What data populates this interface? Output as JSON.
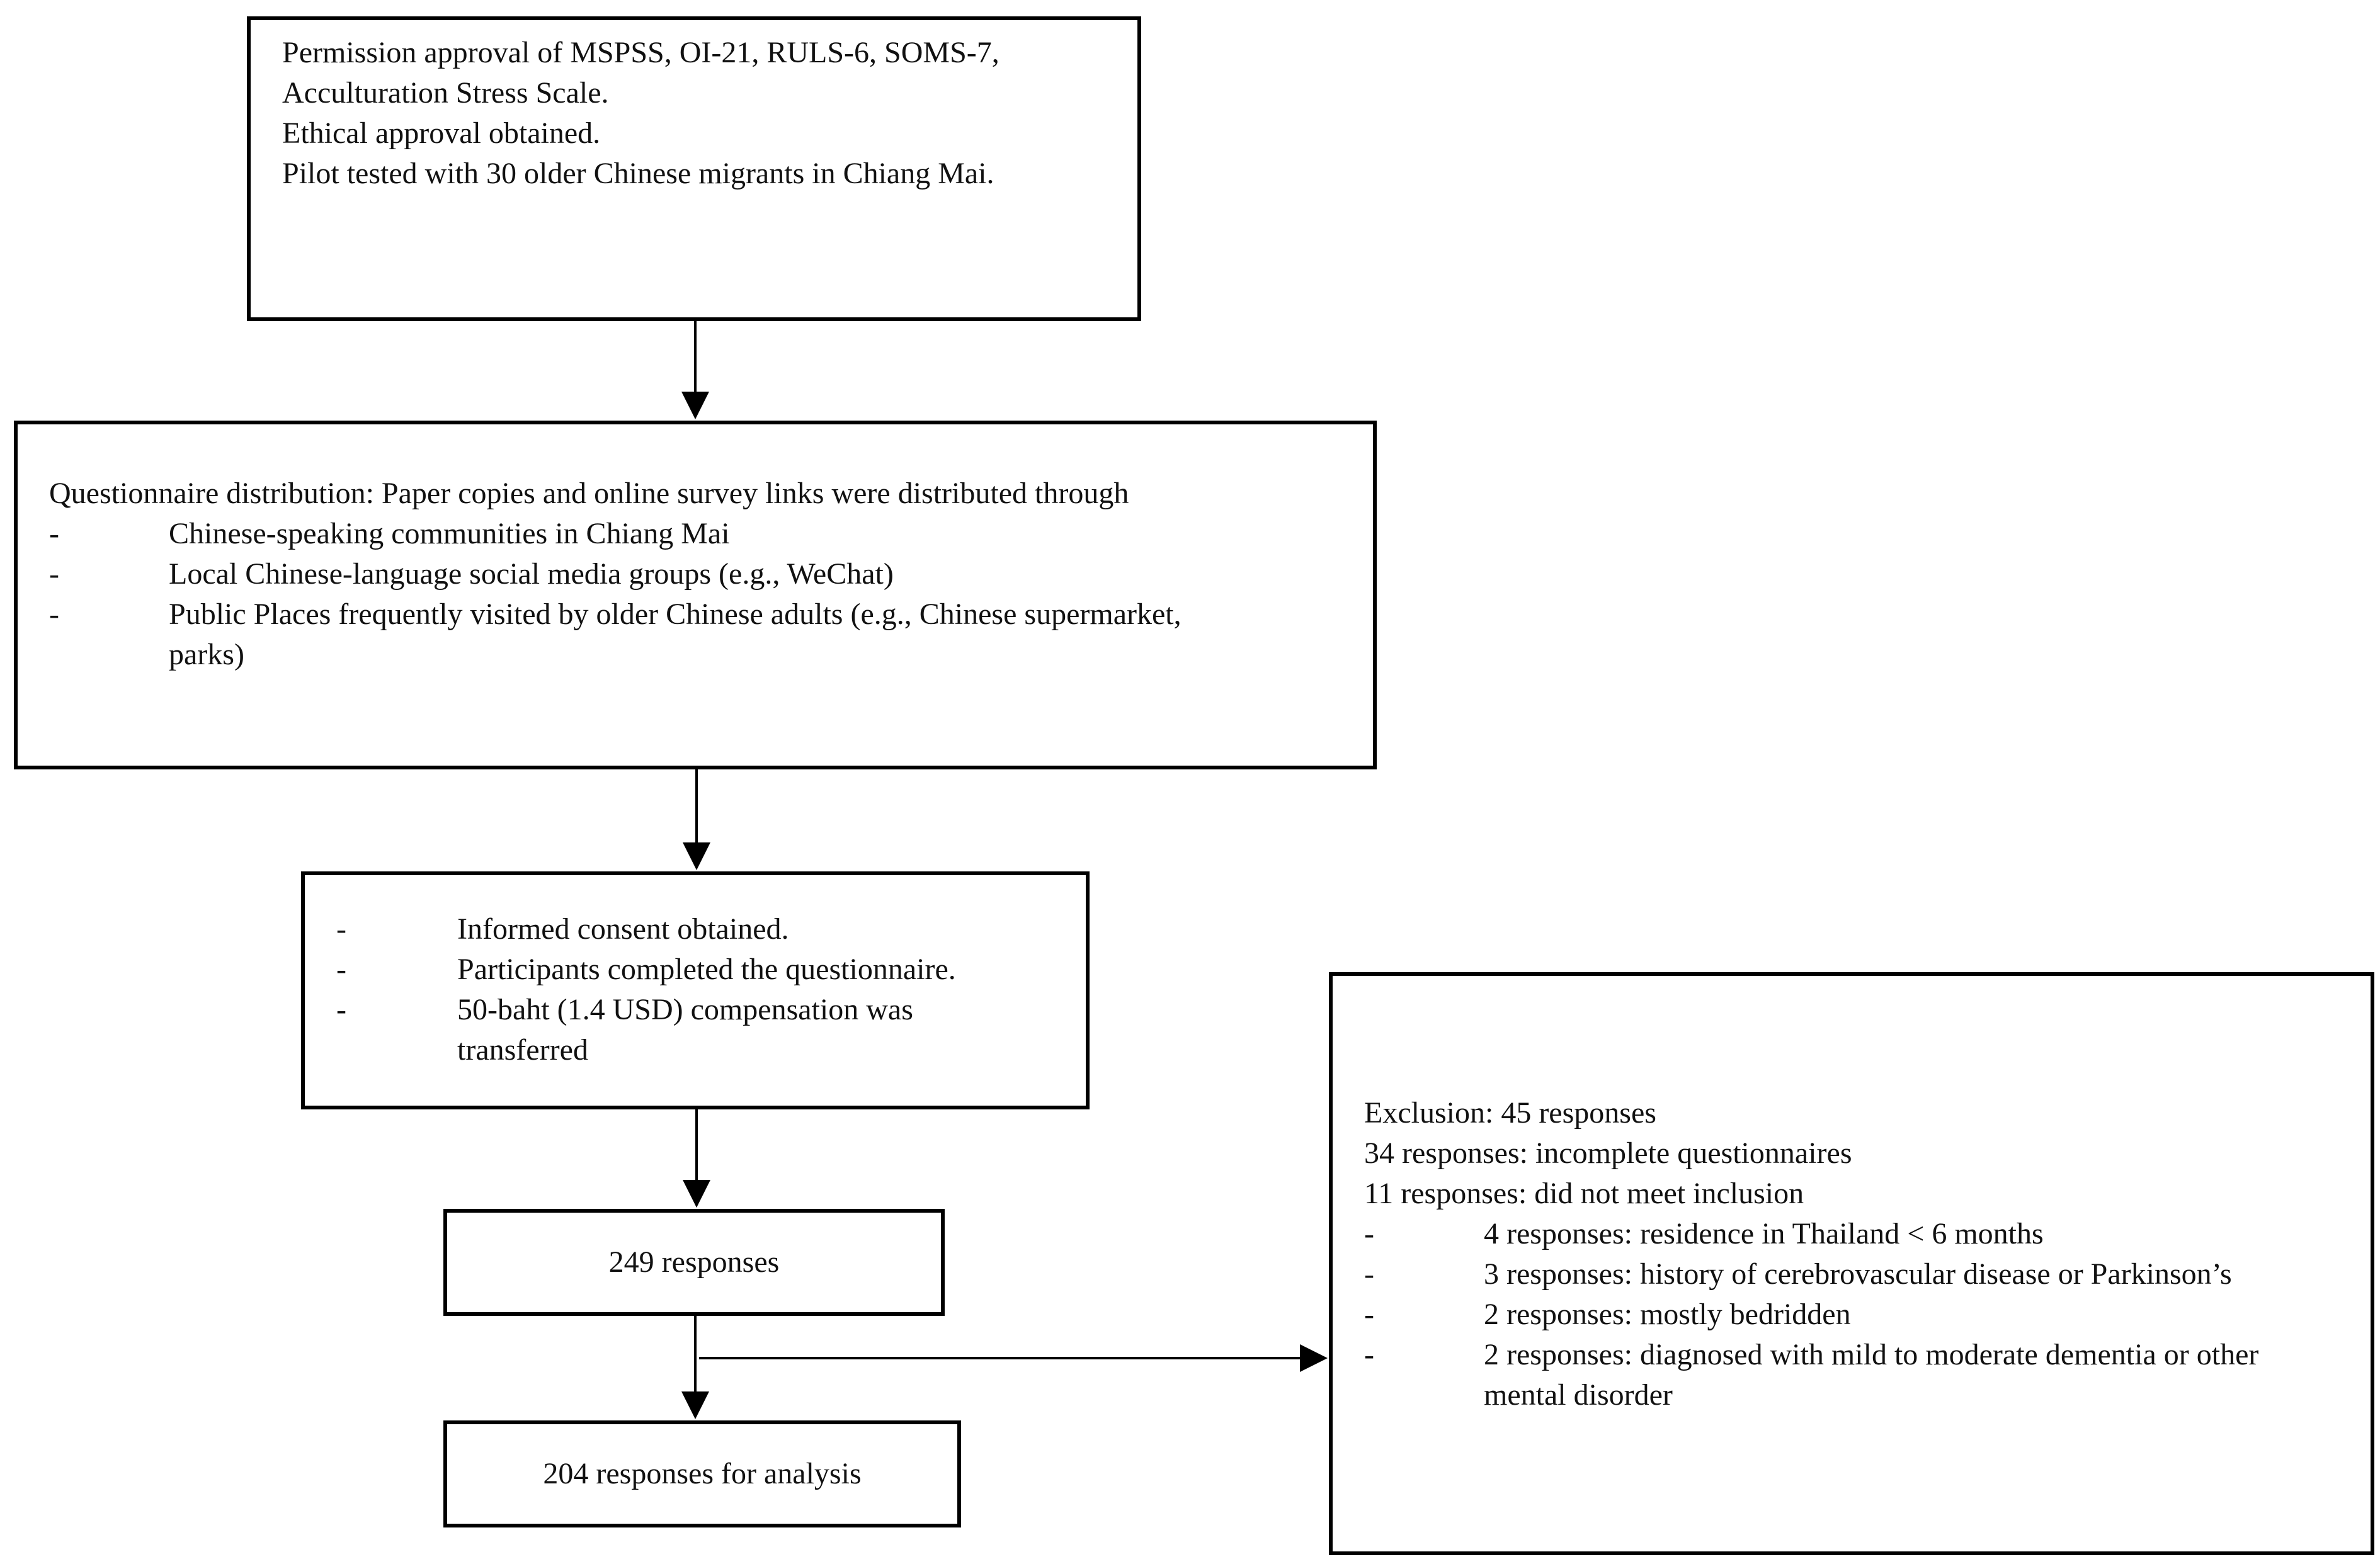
{
  "box1": {
    "lines": [
      "Permission approval of MSPSS, OI-21, RULS-6, SOMS-7,",
      "Acculturation Stress Scale.",
      "Ethical approval obtained.",
      "Pilot tested with 30 older Chinese migrants in Chiang Mai."
    ]
  },
  "box2": {
    "intro": "Questionnaire distribution: Paper copies and online survey links were distributed through",
    "bullets": [
      {
        "dash": "-",
        "text": "Chinese-speaking communities in Chiang Mai"
      },
      {
        "dash": "-",
        "text": "Local Chinese-language social media groups (e.g., WeChat)"
      },
      {
        "dash": "-",
        "text_line1": "Public Places frequently visited by older Chinese adults (e.g., Chinese supermarket,",
        "text_line2": "parks)"
      }
    ]
  },
  "box3": {
    "bullets": [
      {
        "dash": "-",
        "text": "Informed consent obtained."
      },
      {
        "dash": "-",
        "text": "Participants completed the questionnaire."
      },
      {
        "dash": "-",
        "text_line1": "50-baht (1.4 USD) compensation was",
        "text_line2": "transferred"
      }
    ]
  },
  "box4": {
    "label": "249 responses"
  },
  "box5": {
    "label": "204 responses for analysis"
  },
  "exclusion": {
    "lines": [
      "Exclusion: 45 responses",
      "34 responses: incomplete questionnaires",
      "11 responses: did not meet inclusion"
    ],
    "bullets": [
      {
        "dash": "-",
        "text": "4 responses: residence in Thailand < 6 months"
      },
      {
        "dash": "-",
        "text": "3 responses: history of cerebrovascular disease or Parkinson’s"
      },
      {
        "dash": "-",
        "text": "2 responses: mostly bedridden"
      },
      {
        "dash": "-",
        "text_line1": "2 responses: diagnosed with mild to moderate dementia or other",
        "text_line2": "mental disorder"
      }
    ]
  }
}
